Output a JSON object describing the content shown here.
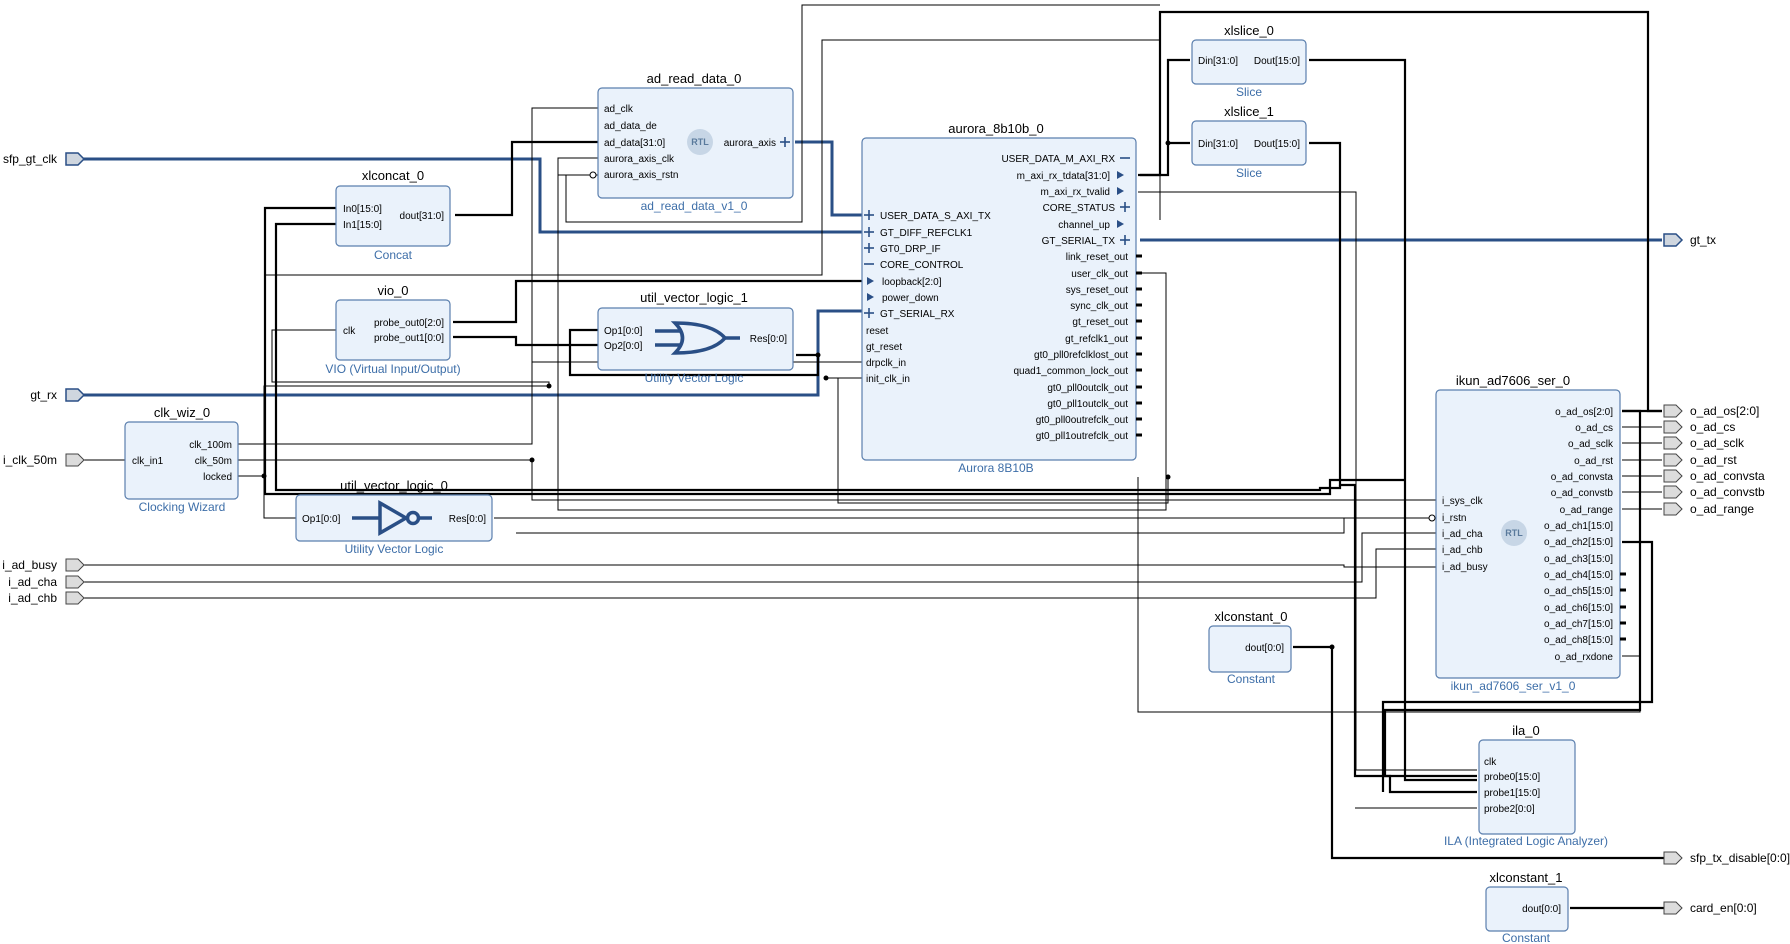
{
  "external_ports": {
    "sfp_gt_clk": "sfp_gt_clk",
    "gt_rx": "gt_rx",
    "i_clk_50m": "i_clk_50m",
    "i_ad_busy": "i_ad_busy",
    "i_ad_cha": "i_ad_cha",
    "i_ad_chb": "i_ad_chb",
    "gt_tx": "gt_tx",
    "o_ad_os": "o_ad_os[2:0]",
    "o_ad_cs": "o_ad_cs",
    "o_ad_sclk": "o_ad_sclk",
    "o_ad_rst": "o_ad_rst",
    "o_ad_convsta": "o_ad_convsta",
    "o_ad_convstb": "o_ad_convstb",
    "o_ad_range": "o_ad_range",
    "sfp_tx_disable": "sfp_tx_disable[0:0]",
    "card_en": "card_en[0:0]"
  },
  "blocks": {
    "ad_read_data": {
      "instance": "ad_read_data_0",
      "type": "ad_read_data_v1_0",
      "inputs": [
        "ad_clk",
        "ad_data_de",
        "ad_data[31:0]",
        "aurora_axis_clk",
        "aurora_axis_rstn"
      ],
      "outputs": [
        "aurora_axis"
      ],
      "rtl": "RTL"
    },
    "xlconcat": {
      "instance": "xlconcat_0",
      "type": "Concat",
      "inputs": [
        "In0[15:0]",
        "In1[15:0]"
      ],
      "outputs": [
        "dout[31:0]"
      ]
    },
    "vio": {
      "instance": "vio_0",
      "type": "VIO (Virtual Input/Output)",
      "inputs": [
        "clk"
      ],
      "outputs": [
        "probe_out0[2:0]",
        "probe_out1[0:0]"
      ]
    },
    "util_vector_logic_1": {
      "instance": "util_vector_logic_1",
      "type": "Utility Vector Logic",
      "inputs": [
        "Op1[0:0]",
        "Op2[0:0]"
      ],
      "outputs": [
        "Res[0:0]"
      ]
    },
    "clk_wiz": {
      "instance": "clk_wiz_0",
      "type": "Clocking Wizard",
      "inputs": [
        "clk_in1"
      ],
      "outputs": [
        "clk_100m",
        "clk_50m",
        "locked"
      ]
    },
    "util_vector_logic_0": {
      "instance": "util_vector_logic_0",
      "type": "Utility Vector Logic",
      "inputs": [
        "Op1[0:0]"
      ],
      "outputs": [
        "Res[0:0]"
      ]
    },
    "aurora": {
      "instance": "aurora_8b10b_0",
      "type": "Aurora 8B10B",
      "inputs": [
        "USER_DATA_S_AXI_TX",
        "GT_DIFF_REFCLK1",
        "GT0_DRP_IF",
        "CORE_CONTROL",
        "loopback[2:0]",
        "power_down",
        "GT_SERIAL_RX",
        "reset",
        "gt_reset",
        "drpclk_in",
        "init_clk_in"
      ],
      "outputs": [
        "USER_DATA_M_AXI_RX",
        "m_axi_rx_tdata[31:0]",
        "m_axi_rx_tvalid",
        "CORE_STATUS",
        "channel_up",
        "GT_SERIAL_TX",
        "link_reset_out",
        "user_clk_out",
        "sys_reset_out",
        "sync_clk_out",
        "gt_reset_out",
        "gt_refclk1_out",
        "gt0_pll0refclklost_out",
        "quad1_common_lock_out",
        "gt0_pll0outclk_out",
        "gt0_pll1outclk_out",
        "gt0_pll0outrefclk_out",
        "gt0_pll1outrefclk_out"
      ]
    },
    "xlslice_0": {
      "instance": "xlslice_0",
      "type": "Slice",
      "inputs": [
        "Din[31:0]"
      ],
      "outputs": [
        "Dout[15:0]"
      ]
    },
    "xlslice_1": {
      "instance": "xlslice_1",
      "type": "Slice",
      "inputs": [
        "Din[31:0]"
      ],
      "outputs": [
        "Dout[15:0]"
      ]
    },
    "ikun": {
      "instance": "ikun_ad7606_ser_0",
      "type": "ikun_ad7606_ser_v1_0",
      "rtl": "RTL",
      "inputs": [
        "i_sys_clk",
        "i_rstn",
        "i_ad_cha",
        "i_ad_chb",
        "i_ad_busy"
      ],
      "outputs": [
        "o_ad_os[2:0]",
        "o_ad_cs",
        "o_ad_sclk",
        "o_ad_rst",
        "o_ad_convsta",
        "o_ad_convstb",
        "o_ad_range",
        "o_ad_ch1[15:0]",
        "o_ad_ch2[15:0]",
        "o_ad_ch3[15:0]",
        "o_ad_ch4[15:0]",
        "o_ad_ch5[15:0]",
        "o_ad_ch6[15:0]",
        "o_ad_ch7[15:0]",
        "o_ad_ch8[15:0]",
        "o_ad_rxdone"
      ]
    },
    "xlconstant_0": {
      "instance": "xlconstant_0",
      "type": "Constant",
      "outputs": [
        "dout[0:0]"
      ]
    },
    "ila": {
      "instance": "ila_0",
      "type": "ILA (Integrated Logic Analyzer)",
      "inputs": [
        "clk",
        "probe0[15:0]",
        "probe1[15:0]",
        "probe2[0:0]"
      ]
    },
    "xlconstant_1": {
      "instance": "xlconstant_1",
      "type": "Constant",
      "outputs": [
        "dout[0:0]"
      ]
    }
  }
}
